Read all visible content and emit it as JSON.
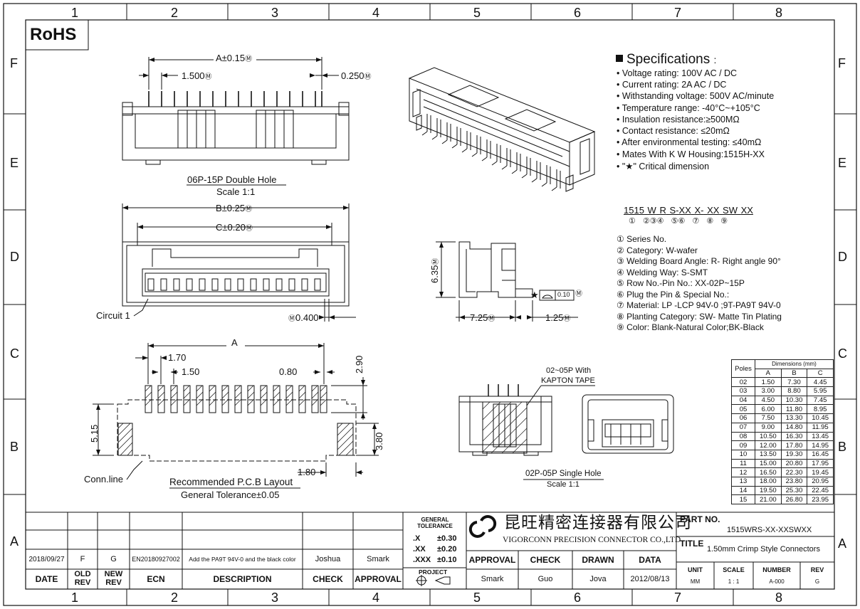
{
  "grid": {
    "cols": [
      "1",
      "2",
      "3",
      "4",
      "5",
      "6",
      "7",
      "8"
    ],
    "rows": [
      "F",
      "E",
      "D",
      "C",
      "B",
      "A"
    ]
  },
  "rohs": "RoHS",
  "views": {
    "top": {
      "dim_a": "A±0.15",
      "dim_pitch": "1.500",
      "dim_pin": "0.250",
      "caption": "06P-15P Double Hole",
      "scale": "Scale 1:1"
    },
    "front": {
      "dim_b": "B±0.25",
      "dim_c": "C±0.20",
      "circuit": "Circuit 1",
      "dim_width": "0.400"
    },
    "side": {
      "height": "6.35",
      "depth": "7.25",
      "foot": "1.25",
      "flatness": "0.10"
    },
    "pcb": {
      "dim_a": "A",
      "d170": "1.70",
      "d150": "1.50",
      "d080": "0.80",
      "d290": "2.90",
      "d515": "5.15",
      "d380": "3.80",
      "d180": "1.80",
      "connline": "Conn.line",
      "caption": "Recommended P.C.B Layout",
      "tolerance": "General Tolerance±0.05"
    },
    "single": {
      "note1": "02~05P With",
      "note2": "KAPTON TAPE",
      "caption": "02P-05P Single Hole",
      "scale": "Scale 1:1"
    }
  },
  "specs": {
    "title": "Specifications",
    "colon": ":",
    "items": [
      "Voltage rating: 100V AC / DC",
      "Current rating: 2A  AC / DC",
      "Withstanding voltage: 500V AC/minute",
      "Temperature range: -40°C~+105°C",
      "Insulation resistance:≥500MΩ",
      "Contact resistance: ≤20mΩ",
      "After environmental testing:  ≤40mΩ",
      "Mates With K W  Housing:1515H-XX",
      "\"★\" Critical dimension"
    ]
  },
  "partcode": {
    "segments": [
      "1515",
      "W",
      "R",
      "S-",
      "XX",
      "X-",
      "XX",
      "SW",
      "XX"
    ],
    "circles": [
      "①",
      "②",
      "③④",
      "⑤",
      "⑥",
      "⑦",
      "⑧",
      "⑨"
    ],
    "legend": [
      "① Series No.",
      "② Category:  W-wafer",
      "③ Welding Board Angle: R- Right angle 90°",
      "④ Welding Way:  S-SMT",
      "⑤ Row No.-Pin No.:  XX-02P~15P",
      "⑥ Plug the Pin & Special No.:",
      "⑦ Material:  LP -LCP  94V-0 ;9T-PA9T 94V-0",
      "⑧ Planting Category:  SW- Matte Tin Plating",
      "⑨  Color:  Blank-Natural Color;BK-Black"
    ]
  },
  "dimtable": {
    "header": "Dimensions (mm)",
    "poles_label": "Poles",
    "cols": [
      "A",
      "B",
      "C"
    ],
    "rows": [
      [
        "02",
        "1.50",
        "7.30",
        "4.45"
      ],
      [
        "03",
        "3.00",
        "8.80",
        "5.95"
      ],
      [
        "04",
        "4.50",
        "10.30",
        "7.45"
      ],
      [
        "05",
        "6.00",
        "11.80",
        "8.95"
      ],
      [
        "06",
        "7.50",
        "13.30",
        "10.45"
      ],
      [
        "07",
        "9.00",
        "14.80",
        "11.95"
      ],
      [
        "08",
        "10.50",
        "16.30",
        "13.45"
      ],
      [
        "09",
        "12.00",
        "17.80",
        "14.95"
      ],
      [
        "10",
        "13.50",
        "19.30",
        "16.45"
      ],
      [
        "11",
        "15.00",
        "20.80",
        "17.95"
      ],
      [
        "12",
        "16.50",
        "22.30",
        "19.45"
      ],
      [
        "13",
        "18.00",
        "23.80",
        "20.95"
      ],
      [
        "14",
        "19.50",
        "25.30",
        "22.45"
      ],
      [
        "15",
        "21.00",
        "26.80",
        "23.95"
      ]
    ]
  },
  "titleblock": {
    "revision": {
      "date": "2018/09/27",
      "old": "F",
      "new": "G",
      "ecn": "EN20180927002",
      "desc": "Add the PA9T 94V-0 and the black color",
      "check": "Joshua",
      "approval": "Smark"
    },
    "headers": {
      "date": "DATE",
      "old_rev": "OLD REV",
      "new_rev": "NEW REV",
      "ecn": "ECN",
      "description": "DESCRIPTION",
      "check": "CHECK",
      "approval": "APPROVAL"
    },
    "tolerance": {
      "title": "GENERAL TOLERANCE",
      "rows": [
        [
          ".X",
          "±0.30"
        ],
        [
          ".XX",
          "±0.20"
        ],
        [
          ".XXX",
          "±0.10"
        ]
      ]
    },
    "project": "PROJECT",
    "company_cn": "昆旺精密连接器有限公司",
    "company_en": "VIGORCONN PRECISION CONNECTOR CO.,LTD",
    "sign_headers": [
      "APPROVAL",
      "CHECK",
      "DRAWN",
      "DATA"
    ],
    "sign_values": [
      "Smark",
      "Guo",
      "Jova",
      "2012/08/13"
    ],
    "part_no_label": "PART NO.",
    "part_no": "1515WRS-XX-XXSWXX",
    "title_label": "TITLE",
    "title": "1.50mm Crimp Style Connectors",
    "unit_label": "UNIT",
    "unit": "MM",
    "scale_label": "SCALE",
    "scale": "1 : 1",
    "number_label": "NUMBER",
    "number": "A-000",
    "rev_label": "REV",
    "rev": "G"
  }
}
